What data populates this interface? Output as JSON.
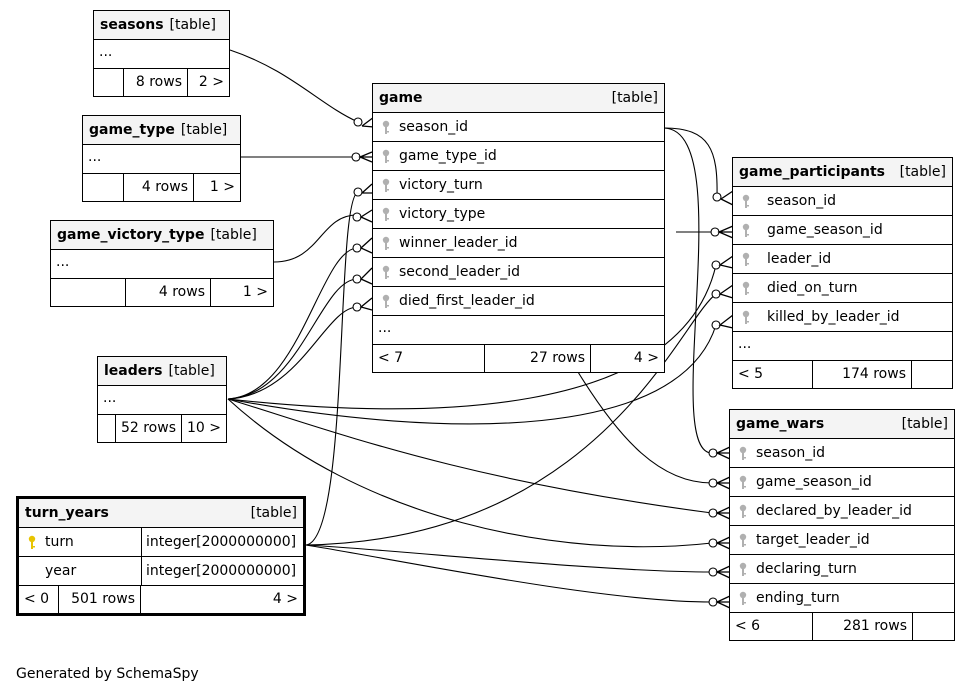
{
  "footer": {
    "generated_by": "Generated by SchemaSpy"
  },
  "tables": {
    "seasons": {
      "name": "seasons",
      "kind": "[table]",
      "ellipsis": "...",
      "incoming": "",
      "rows": "8 rows",
      "outgoing": "2 >"
    },
    "game_type": {
      "name": "game_type",
      "kind": "[table]",
      "ellipsis": "...",
      "incoming": "",
      "rows": "4 rows",
      "outgoing": "1 >"
    },
    "game_victory_type": {
      "name": "game_victory_type",
      "kind": "[table]",
      "ellipsis": "...",
      "incoming": "",
      "rows": "4 rows",
      "outgoing": "1 >"
    },
    "leaders": {
      "name": "leaders",
      "kind": "[table]",
      "ellipsis": "...",
      "incoming": "",
      "rows": "52 rows",
      "outgoing": "10 >"
    },
    "turn_years": {
      "name": "turn_years",
      "kind": "[table]",
      "columns": [
        {
          "name": "turn",
          "type": "integer[2000000000]"
        },
        {
          "name": "year",
          "type": "integer[2000000000]"
        }
      ],
      "incoming": "< 0",
      "rows": "501 rows",
      "outgoing": "4 >"
    },
    "game": {
      "name": "game",
      "kind": "[table]",
      "columns": [
        "season_id",
        "game_type_id",
        "victory_turn",
        "victory_type",
        "winner_leader_id",
        "second_leader_id",
        "died_first_leader_id"
      ],
      "ellipsis": "...",
      "incoming": "< 7",
      "rows": "27 rows",
      "outgoing": "4 >"
    },
    "game_participants": {
      "name": "game_participants",
      "kind": "[table]",
      "columns": [
        "season_id",
        "game_season_id",
        "leader_id",
        "died_on_turn",
        "killed_by_leader_id"
      ],
      "ellipsis": "...",
      "incoming": "< 5",
      "rows": "174 rows",
      "outgoing": ""
    },
    "game_wars": {
      "name": "game_wars",
      "kind": "[table]",
      "columns": [
        "season_id",
        "game_season_id",
        "declared_by_leader_id",
        "target_leader_id",
        "declaring_turn",
        "ending_turn"
      ],
      "incoming": "< 6",
      "rows": "281 rows",
      "outgoing": ""
    }
  },
  "colors": {
    "foreign_key_icon": "#b0b0b0",
    "primary_key_icon": "#e8c400",
    "header_bg": "#f4f4f4"
  }
}
